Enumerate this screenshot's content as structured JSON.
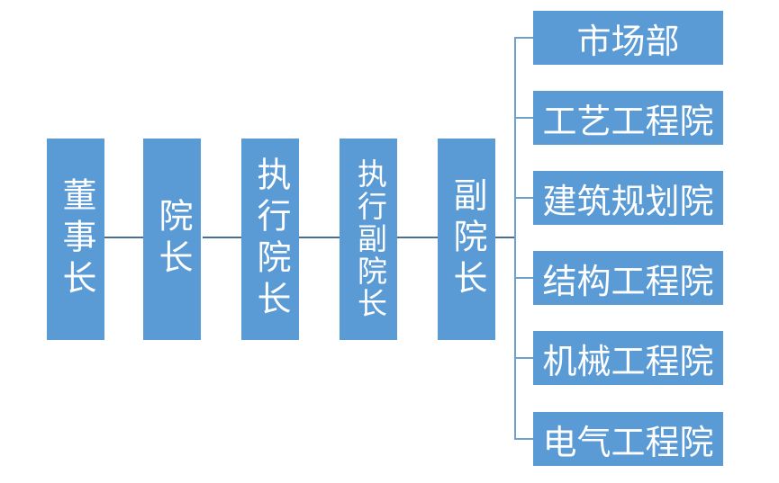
{
  "diagram": {
    "type": "org-chart",
    "orientation": "chain left-to-right, departments branch right from last chain node",
    "chain": [
      {
        "id": "chairman",
        "label": "董事长"
      },
      {
        "id": "president",
        "label": "院长"
      },
      {
        "id": "executive-president",
        "label": "执行院长"
      },
      {
        "id": "executive-vice-president",
        "label": "执行副院长"
      },
      {
        "id": "vice-president",
        "label": "副院长"
      }
    ],
    "departments_parent": "副院长",
    "departments": [
      {
        "id": "marketing-dept",
        "label": "市场部"
      },
      {
        "id": "process-engineering",
        "label": "工艺工程院"
      },
      {
        "id": "architecture-planning",
        "label": "建筑规划院"
      },
      {
        "id": "structural-engineering",
        "label": "结构工程院"
      },
      {
        "id": "mechanical-engineering",
        "label": "机械工程院"
      },
      {
        "id": "electrical-engineering",
        "label": "电气工程院"
      }
    ],
    "colors": {
      "box_fill": "#5B9BD5",
      "box_text": "#FFFFFF",
      "connector_dark": "#4A6E94",
      "connector_light": "#6FA0CD",
      "background": "#FFFFFF"
    }
  }
}
